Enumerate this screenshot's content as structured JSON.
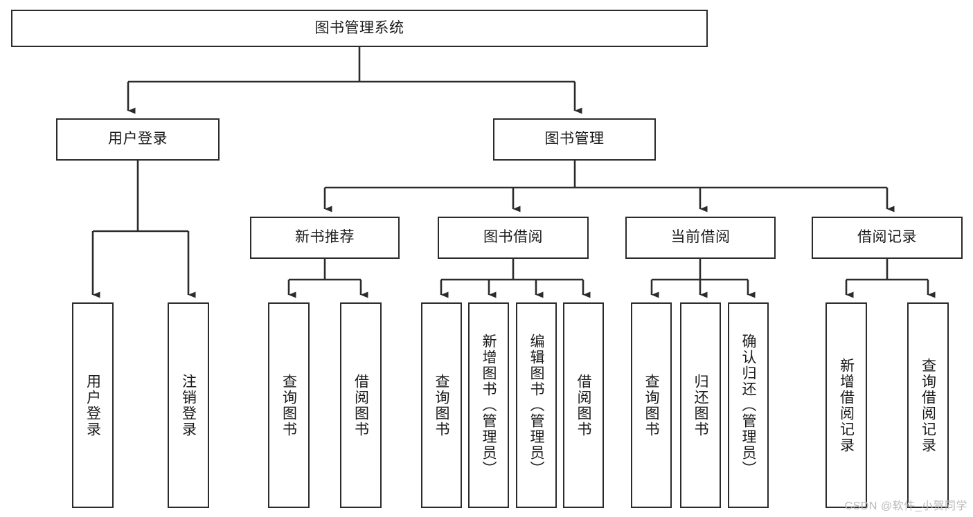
{
  "diagram": {
    "title": "图书管理系统",
    "watermark": "CSDN @软件_小贺同学",
    "stroke_color": "#2b2b2b",
    "background_color": "#ffffff",
    "text_color": "#1a1a1a",
    "watermark_color": "#b9b9b9"
  },
  "nodes": {
    "root": {
      "label": "图书管理系统",
      "level": 1
    },
    "user_login": {
      "label": "用户登录",
      "level": 2
    },
    "book_manage": {
      "label": "图书管理",
      "level": 2
    },
    "new_book_rec": {
      "label": "新书推荐",
      "level": 3
    },
    "book_borrow": {
      "label": "图书借阅",
      "level": 3
    },
    "current_borrow": {
      "label": "当前借阅",
      "level": 3
    },
    "borrow_record": {
      "label": "借阅记录",
      "level": 3
    },
    "leaf_user_login": {
      "label": "用户登录",
      "level": 4
    },
    "leaf_logout": {
      "label": "注销登录",
      "level": 4
    },
    "leaf_query_book_1": {
      "label": "查询图书",
      "level": 4
    },
    "leaf_borrow_book_1": {
      "label": "借阅图书",
      "level": 4
    },
    "leaf_query_book_2": {
      "label": "查询图书",
      "level": 4
    },
    "leaf_add_book": {
      "label": "新增图书（管理员）",
      "level": 4
    },
    "leaf_edit_book": {
      "label": "编辑图书（管理员）",
      "level": 4
    },
    "leaf_borrow_book_2": {
      "label": "借阅图书",
      "level": 4
    },
    "leaf_query_book_3": {
      "label": "查询图书",
      "level": 4
    },
    "leaf_return_book": {
      "label": "归还图书",
      "level": 4
    },
    "leaf_confirm_return": {
      "label": "确认归还（管理员）",
      "level": 4
    },
    "leaf_add_record": {
      "label": "新增借阅记录",
      "level": 4
    },
    "leaf_query_record": {
      "label": "查询借阅记录",
      "level": 4
    }
  },
  "chart_data": {
    "type": "tree-diagram",
    "title": "图书管理系统",
    "hierarchy": [
      {
        "label": "图书管理系统",
        "children": [
          {
            "label": "用户登录",
            "children": [
              {
                "label": "用户登录",
                "children": []
              },
              {
                "label": "注销登录",
                "children": []
              }
            ]
          },
          {
            "label": "图书管理",
            "children": [
              {
                "label": "新书推荐",
                "children": [
                  {
                    "label": "查询图书",
                    "children": []
                  },
                  {
                    "label": "借阅图书",
                    "children": []
                  }
                ]
              },
              {
                "label": "图书借阅",
                "children": [
                  {
                    "label": "查询图书",
                    "children": []
                  },
                  {
                    "label": "新增图书（管理员）",
                    "children": []
                  },
                  {
                    "label": "编辑图书（管理员）",
                    "children": []
                  },
                  {
                    "label": "借阅图书",
                    "children": []
                  }
                ]
              },
              {
                "label": "当前借阅",
                "children": [
                  {
                    "label": "查询图书",
                    "children": []
                  },
                  {
                    "label": "归还图书",
                    "children": []
                  },
                  {
                    "label": "确认归还（管理员）",
                    "children": []
                  }
                ]
              },
              {
                "label": "借阅记录",
                "children": [
                  {
                    "label": "新增借阅记录",
                    "children": []
                  },
                  {
                    "label": "查询借阅记录",
                    "children": []
                  }
                ]
              }
            ]
          }
        ]
      }
    ]
  }
}
